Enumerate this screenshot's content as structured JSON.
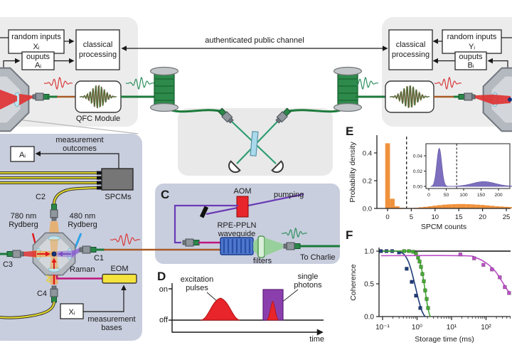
{
  "figure": {
    "alice": {
      "random_inputs_line1": "random inputs",
      "random_inputs_line2": "Xᵢ",
      "outputs_line1": "ouputs",
      "outputs_line2": "Aᵢ",
      "processing_line1": "classical",
      "processing_line2": "processing"
    },
    "bob": {
      "random_inputs_line1": "random inputs",
      "random_inputs_line2": "Yᵢ",
      "outputs_line1": "ouputs",
      "outputs_line2": "Bᵢ",
      "processing_line1": "classical",
      "processing_line2": "processing"
    },
    "channel_label": "authenticated public channel",
    "qfc_label": "QFC Module",
    "panel_b": {
      "meas_out_line1": "measurement",
      "meas_out_line2": "outcomes",
      "ai": "Aᵢ",
      "spcms": "SPCMs",
      "c1": "C1",
      "c2": "C2",
      "c3": "C3",
      "c4": "C4",
      "ryd780_line1": "780 nm",
      "ryd780_line2": "Rydberg",
      "ryd480_line1": "480 nm",
      "ryd480_line2": "Rydberg",
      "raman": "Raman",
      "eom": "EOM",
      "xi": "Xᵢ",
      "meas_bases_line1": "measurement",
      "meas_bases_line2": "bases"
    },
    "panel_c": {
      "letter": "C",
      "aom": "AOM",
      "pumping": "pumping",
      "wg_line1": "RPE-PPLN",
      "wg_line2": "waveguide",
      "filters": "filters",
      "to_charlie": "To Charlie"
    },
    "panel_d": {
      "letter": "D",
      "on": "on",
      "off": "off",
      "time": "time",
      "exc_line1": "excitation",
      "exc_line2": "pulses",
      "single_line1": "single",
      "single_line2": "photons"
    },
    "panel_e": {
      "letter": "E",
      "ylabel": "Probability density",
      "xlabel": "SPCM counts"
    },
    "panel_f": {
      "letter": "F",
      "ylabel": "Coherence",
      "xlabel": "Storage time (ms)"
    }
  },
  "chart_data": [
    {
      "id": "e_main",
      "type": "bar",
      "panel": "E",
      "xlabel": "SPCM counts",
      "ylabel": "Probability density",
      "xlim": [
        -1,
        26.5
      ],
      "ylim": [
        0,
        0.5
      ],
      "xticks": [
        0,
        5,
        10,
        15,
        20,
        25
      ],
      "yticks": [
        0,
        0.2,
        0.4
      ],
      "threshold_x": 4,
      "bar_color": "#f0923c",
      "bins": [
        0.47,
        0.07,
        0.016,
        0.005,
        0.003,
        0.003,
        0.005,
        0.008,
        0.012,
        0.016,
        0.02,
        0.024,
        0.027,
        0.029,
        0.031,
        0.032,
        0.032,
        0.031,
        0.029,
        0.027,
        0.025,
        0.022,
        0.019,
        0.016,
        0.014,
        0.012,
        0.01
      ]
    },
    {
      "id": "e_inset",
      "type": "area",
      "xticks": [
        0,
        50,
        100,
        150,
        200
      ],
      "yticks": [
        0,
        0.02,
        0.04
      ],
      "threshold_x": 80,
      "color": "#7768bb",
      "peaks": [
        {
          "center": 30,
          "height": 0.05,
          "sigma": 7
        },
        {
          "center": 158,
          "height": 0.0062,
          "sigma": 33
        }
      ]
    },
    {
      "id": "f",
      "type": "line",
      "xscale": "log",
      "xlabel": "Storage time (ms)",
      "ylabel": "Coherence",
      "xlim": [
        0.09,
        650
      ],
      "ylim": [
        0,
        1.05
      ],
      "xtick_values": [
        0.1,
        1,
        10,
        100
      ],
      "xtick_labels": [
        "10⁻¹",
        "10⁰",
        "10¹",
        "10²"
      ],
      "yticks": [
        0,
        0.5,
        1
      ],
      "hlines": [
        {
          "y": 1.0,
          "color": "#111111"
        }
      ],
      "series": [
        {
          "name": "blue",
          "color": "#1f3d7a",
          "marker": "square",
          "points": [
            [
              0.09,
              1.0
            ],
            [
              0.13,
              1.0
            ],
            [
              0.19,
              1.0
            ],
            [
              0.3,
              0.98
            ],
            [
              0.5,
              0.73
            ],
            [
              0.7,
              0.53
            ],
            [
              0.93,
              0.32
            ],
            [
              1.24,
              0.13
            ]
          ],
          "curve": [
            [
              0.1,
              1.0
            ],
            [
              0.25,
              1.0
            ],
            [
              0.4,
              0.96
            ],
            [
              0.55,
              0.85
            ],
            [
              0.7,
              0.68
            ],
            [
              0.9,
              0.45
            ],
            [
              1.1,
              0.26
            ],
            [
              1.35,
              0.1
            ],
            [
              1.6,
              0.02
            ],
            [
              1.75,
              0.0
            ]
          ]
        },
        {
          "name": "green",
          "color": "#44a833",
          "marker": "square",
          "points": [
            [
              0.42,
              1.0
            ],
            [
              0.58,
              1.0
            ],
            [
              0.77,
              0.99
            ],
            [
              0.93,
              0.96
            ],
            [
              1.07,
              0.9
            ],
            [
              1.18,
              0.84
            ],
            [
              1.3,
              0.76
            ],
            [
              1.43,
              0.65
            ],
            [
              1.57,
              0.54
            ],
            [
              1.72,
              0.4
            ],
            [
              1.9,
              0.27
            ],
            [
              2.09,
              0.13
            ]
          ],
          "curve": [
            [
              0.1,
              1.0
            ],
            [
              0.6,
              1.0
            ],
            [
              0.85,
              0.98
            ],
            [
              1.05,
              0.92
            ],
            [
              1.3,
              0.77
            ],
            [
              1.55,
              0.55
            ],
            [
              1.8,
              0.32
            ],
            [
              2.05,
              0.14
            ],
            [
              2.3,
              0.03
            ],
            [
              2.45,
              0.0
            ]
          ]
        },
        {
          "name": "magenta",
          "color": "#bb4fc6",
          "marker": "square",
          "points": [
            [
              18,
              0.95
            ],
            [
              45,
              0.89
            ],
            [
              84,
              0.79
            ],
            [
              148,
              0.72
            ],
            [
              250,
              0.6
            ],
            [
              350,
              0.45
            ],
            [
              465,
              0.36
            ]
          ],
          "curve": [
            [
              0.09,
              0.93
            ],
            [
              20,
              0.93
            ],
            [
              50,
              0.9
            ],
            [
              100,
              0.82
            ],
            [
              180,
              0.7
            ],
            [
              280,
              0.55
            ],
            [
              400,
              0.42
            ],
            [
              500,
              0.36
            ]
          ]
        }
      ]
    }
  ]
}
